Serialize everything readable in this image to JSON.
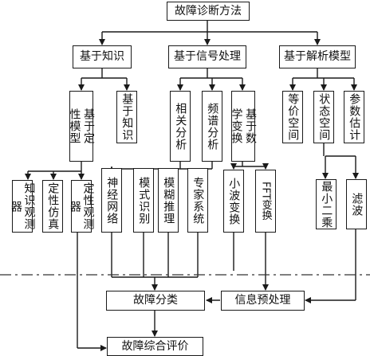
{
  "diagram": {
    "root": "故障诊断方法",
    "level1": {
      "knowledge": "基于知识",
      "signal": "基于信号处理",
      "analytic": "基于解析模型"
    },
    "level2": {
      "qualitative_model": [
        "基于定",
        "性模型"
      ],
      "knowledge": "基于知识",
      "correlation": "相关分析",
      "spectrum": "频谱分析",
      "math_transform": [
        "基于数",
        "学变换"
      ],
      "equivalent_space": "等价空间",
      "state_space": "状态空间",
      "parameter_estimation": "参数估计"
    },
    "level3": {
      "knowledge_observer": "知识观测器",
      "qualitative_simulation": "定性仿真",
      "qualitative_observer": "定性观测器",
      "neural_network": "神经网络",
      "pattern_recognition": "模式识别",
      "fuzzy_reasoning": "模糊推理",
      "expert_system": "专家系统",
      "wavelet": "小波变换",
      "fft": "FFT变换",
      "least_squares": "最小二乘",
      "filtering": "滤波"
    },
    "bottom": {
      "fault_classification": "故障分类",
      "signal_preprocessing": "信息预处理",
      "comprehensive_evaluation": "故障综合评价"
    }
  }
}
